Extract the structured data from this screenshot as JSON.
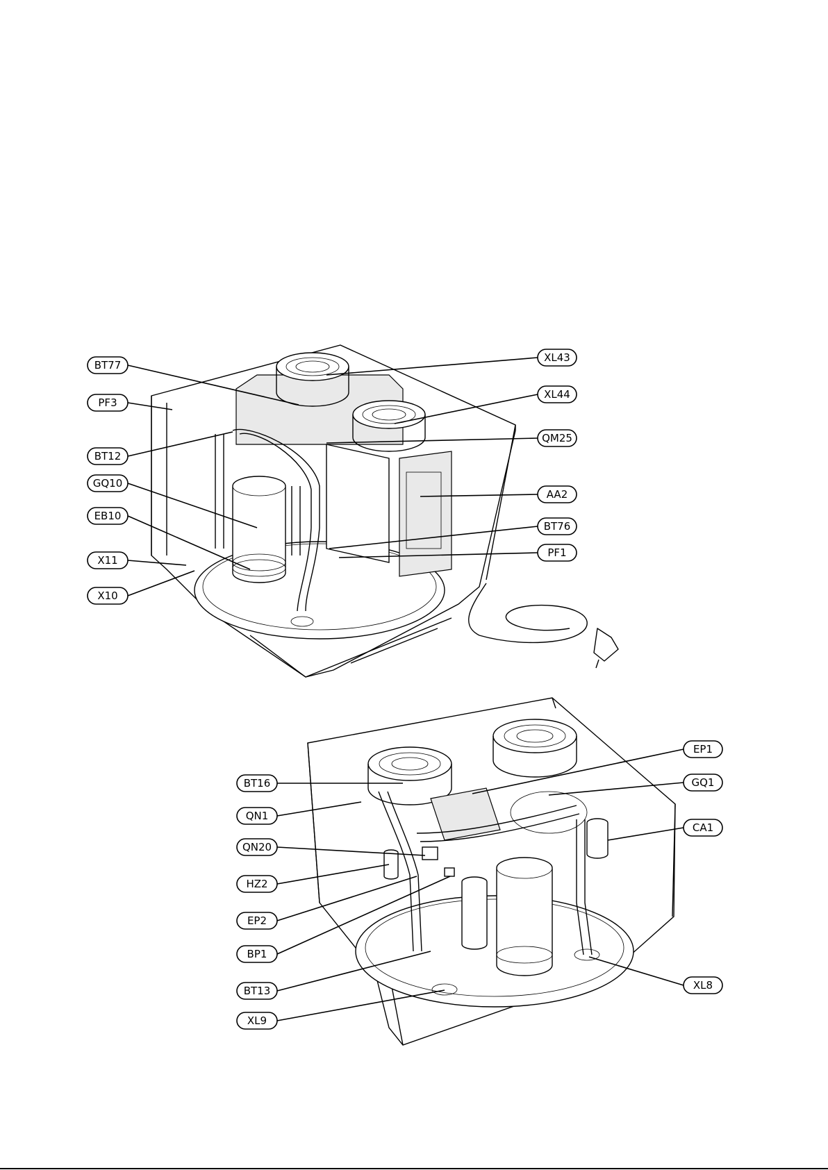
{
  "upper_unit_callouts": [
    {
      "id": "BT77"
    },
    {
      "id": "PF3"
    },
    {
      "id": "BT12"
    },
    {
      "id": "GQ10"
    },
    {
      "id": "EB10"
    },
    {
      "id": "X11"
    },
    {
      "id": "X10"
    },
    {
      "id": "XL43"
    },
    {
      "id": "XL44"
    },
    {
      "id": "QM25"
    },
    {
      "id": "AA2"
    },
    {
      "id": "BT76"
    },
    {
      "id": "PF1"
    }
  ],
  "lower_unit_callouts": [
    {
      "id": "BT16"
    },
    {
      "id": "QN1"
    },
    {
      "id": "QN20"
    },
    {
      "id": "HZ2"
    },
    {
      "id": "EP2"
    },
    {
      "id": "BP1"
    },
    {
      "id": "BT13"
    },
    {
      "id": "XL9"
    },
    {
      "id": "EP1"
    },
    {
      "id": "GQ1"
    },
    {
      "id": "CA1"
    },
    {
      "id": "XL8"
    }
  ]
}
